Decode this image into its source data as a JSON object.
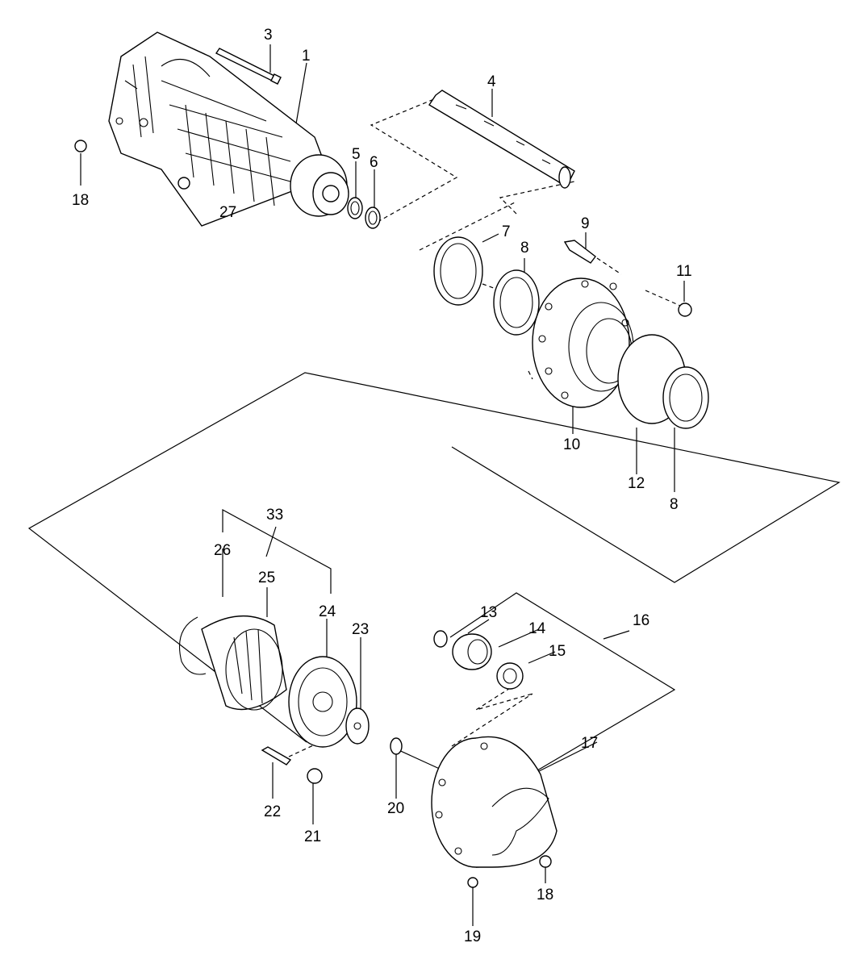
{
  "callouts": [
    "1",
    "3",
    "4",
    "5",
    "6",
    "7",
    "8",
    "9",
    "10",
    "11",
    "12",
    "8",
    "18",
    "27",
    "33",
    "26",
    "25",
    "24",
    "23",
    "13",
    "14",
    "15",
    "16",
    "17",
    "22",
    "21",
    "20",
    "18",
    "19"
  ]
}
